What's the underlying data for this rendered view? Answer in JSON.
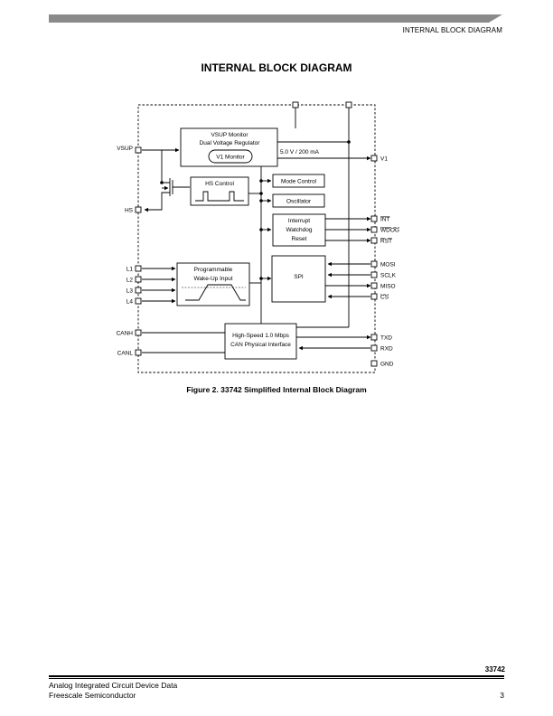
{
  "header": {
    "section_label": "INTERNAL BLOCK DIAGRAM"
  },
  "page_title": "INTERNAL BLOCK DIAGRAM",
  "diagram": {
    "blocks": {
      "vsup_monitor": {
        "line1": "VSUP Monitor",
        "line2": "Dual Voltage Regulator"
      },
      "v1_monitor": "V1 Monitor",
      "regulator_rating": "5.0 V / 200 mA",
      "hs_control": "HS Control",
      "mode_control": "Mode Control",
      "oscillator": "Oscillator",
      "interrupt": {
        "line1": "Interrupt",
        "line2": "Watchdog",
        "line3": "Reset"
      },
      "spi": "SPI",
      "wakeup": {
        "line1": "Programmable",
        "line2": "Wake-Up Input"
      },
      "can": {
        "line1": "High-Speed 1.0 Mbps",
        "line2": "CAN Physical Interface"
      }
    },
    "pins_left": [
      "VSUP",
      "HS",
      "L1",
      "L2",
      "L3",
      "L4",
      "CANH",
      "CANL"
    ],
    "pins_right": [
      "V1",
      "INT",
      "WDOG",
      "RST",
      "MOSI",
      "SCLK",
      "MISO",
      "CS",
      "TXD",
      "RXD",
      "GND"
    ]
  },
  "figure_caption": "Figure 2. 33742 Simplified Internal Block Diagram",
  "footer": {
    "part_number": "33742",
    "line1": "Analog Integrated Circuit Device Data",
    "line2": "Freescale Semiconductor",
    "page_number": "3"
  }
}
